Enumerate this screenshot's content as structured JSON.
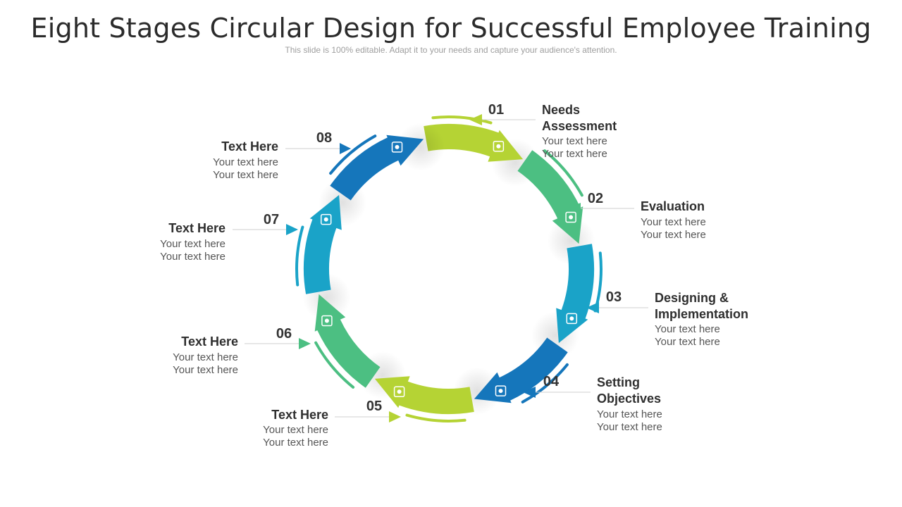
{
  "title": "Eight Stages  Circular Design for Successful Employee Training",
  "subtitle": "This slide is 100% editable. Adapt it to your needs and capture your audience's attention.",
  "colors": {
    "lime": "#b5d334",
    "green": "#4cbf82",
    "teal": "#1aa3c8",
    "blue": "#1576bb",
    "text_dark": "#2f2f2f",
    "text_muted": "#555555"
  },
  "stages": [
    {
      "number": "01",
      "title_line1": "Needs",
      "title_line2": "Assessment",
      "text1": "Your text here",
      "text2": "Your text here",
      "icon": "clipboard-check-icon",
      "color": "lime"
    },
    {
      "number": "02",
      "title_line1": "Evaluation",
      "title_line2": "",
      "text1": "Your text here",
      "text2": "Your text here",
      "icon": "calculator-icon",
      "color": "green"
    },
    {
      "number": "03",
      "title_line1": "Designing &",
      "title_line2": "Implementation",
      "text1": "Your text here",
      "text2": "Your text here",
      "icon": "gear-bulb-icon",
      "color": "teal"
    },
    {
      "number": "04",
      "title_line1": "Setting",
      "title_line2": "Objectives",
      "text1": "Your text here",
      "text2": "Your text here",
      "icon": "target-icon",
      "color": "blue"
    },
    {
      "number": "05",
      "title_line1": "Text Here",
      "title_line2": "",
      "text1": "Your text here",
      "text2": "Your text here",
      "icon": "hand-gear-icon",
      "color": "lime"
    },
    {
      "number": "06",
      "title_line1": "Text Here",
      "title_line2": "",
      "text1": "Your text here",
      "text2": "Your text here",
      "icon": "briefcase-icon",
      "color": "green"
    },
    {
      "number": "07",
      "title_line1": "Text Here",
      "title_line2": "",
      "text1": "Your text here",
      "text2": "Your text here",
      "icon": "presentation-board-icon",
      "color": "teal"
    },
    {
      "number": "08",
      "title_line1": "Text Here",
      "title_line2": "",
      "text1": "Your text here",
      "text2": "Your text here",
      "icon": "box-gear-icon",
      "color": "blue"
    }
  ]
}
